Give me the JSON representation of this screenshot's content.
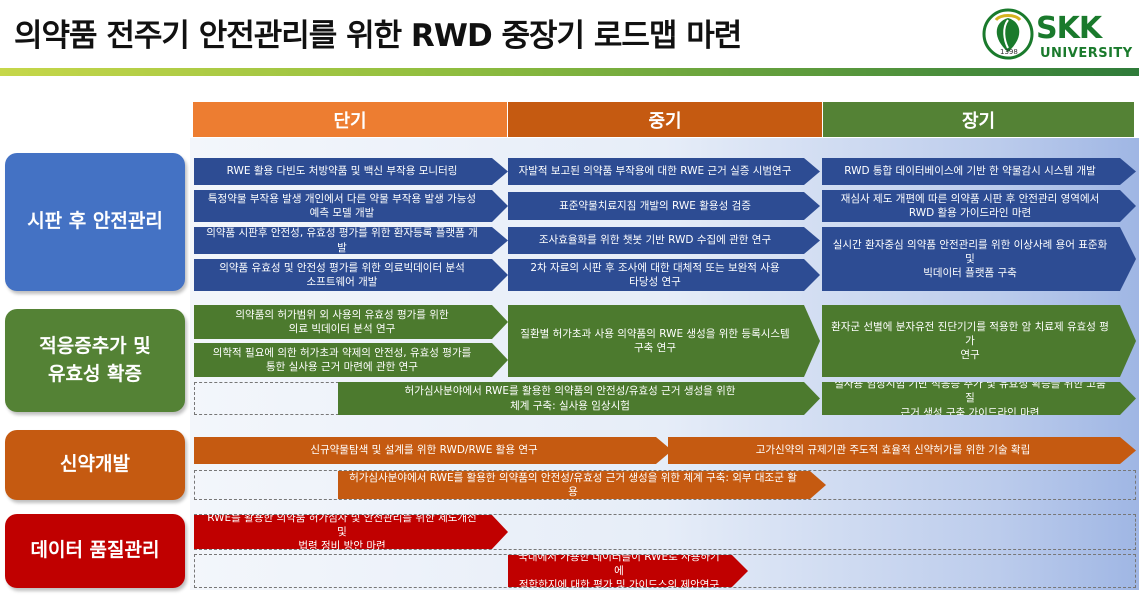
{
  "header": {
    "title": "의약품 전주기 안전관리를 위한 RWD 중장기 로드맵 마련",
    "logo_text": "SKK",
    "logo_sub": "UNIVERSITY",
    "logo_year": "1398"
  },
  "phases": [
    {
      "label": "단기",
      "color": "#ed7d31"
    },
    {
      "label": "중기",
      "color": "#c55a11"
    },
    {
      "label": "장기",
      "color": "#548235"
    }
  ],
  "rows": [
    {
      "label": "시판 후 안전관리",
      "color": "#4472c4"
    },
    {
      "label": "적응증추가 및\n유효성 확증",
      "color": "#548235"
    },
    {
      "label": "신약개발",
      "color": "#c55a11"
    },
    {
      "label": "데이터 품질관리",
      "color": "#c00000"
    }
  ],
  "items": {
    "postmarket": {
      "short": [
        "RWE 활용 다빈도 처방약품 및 백신 부작용 모니터링",
        "특정약물 부작용 발생 개인에서 다른 약물 부작용 발생 가능성\n예측 모델 개발",
        "의약품 시판후 안전성, 유효성 평가를 위한 환자등록 플랫폼 개발",
        "의약품 유효성 및 안전성 평가를 위한 의료빅데이터 분석\n소프트웨어 개발"
      ],
      "mid": [
        "자발적 보고된 의약품 부작용에 대한 RWE 근거 실증 시범연구",
        "표준약물치료지침 개발의 RWE 활용성 검증",
        "조사효율화를 위한 챗봇 기반 RWD 수집에 관한 연구",
        "2차 자료의 시판 후 조사에 대한 대체적 또는 보완적 사용\n타당성 연구"
      ],
      "long": [
        "RWD 통합 데이터베이스에 기반 한 약물감시 시스템 개발",
        "재심사 제도 개편에 따른 의약품 시판 후 안전관리 영역에서\nRWD 활용 가이드라인 마련",
        "실시간 환자중심 의약품 안전관리를 위한 이상사례 용어 표준화 및\n빅데이터 플랫폼 구축"
      ]
    },
    "indication": {
      "short": [
        "의약품의 허가범위 외 사용의 유효성 평가를 위한\n의료 빅데이터 분석 연구",
        "의학적 필요에 의한 허가초과 약제의 안전성, 유효성 평가를\n통한 실사용 근거 마련에 관한 연구"
      ],
      "mid": "질환별 허가초과 사용 의약품의 RWE 생성을 위한 등록시스템\n구축 연구",
      "long": "환자군 선별에 분자유전 진단기기를 적용한 암 치료제 유효성 평가\n연구",
      "span": "허가심사분야에서 RWE를 활용한 의약품의 안전성/유효성 근거 생성을 위한\n체계 구축: 실사용 임상시험",
      "long2": "실사용 임상시험 기반 적응증 추가 및 유효성 확증을 위한 고품질\n근거 생성 구축 가이드라인 마련"
    },
    "newdrug": {
      "a": "신규약물탐색 및 설계를 위한 RWD/RWE 활용 연구",
      "b": "고가신약의 규제기관 주도적 효율적 신약허가를 위한 기술 확립",
      "c": "허가심사분야에서 RWE를 활용한 의약품의 안전성/유효성 근거 생성을 위한 체계 구축: 외부 대조군 활용"
    },
    "quality": {
      "a": "RWE를 활용한 의약품 허가심사 및 안전관리를 위한 제도개선 및\n법령 정비 방안 마련",
      "b": "국내에서 가용한 데이터들이 RWE로 사용하기에\n적합한지에 대한 평가 및 가이드스의 제안연구"
    }
  }
}
